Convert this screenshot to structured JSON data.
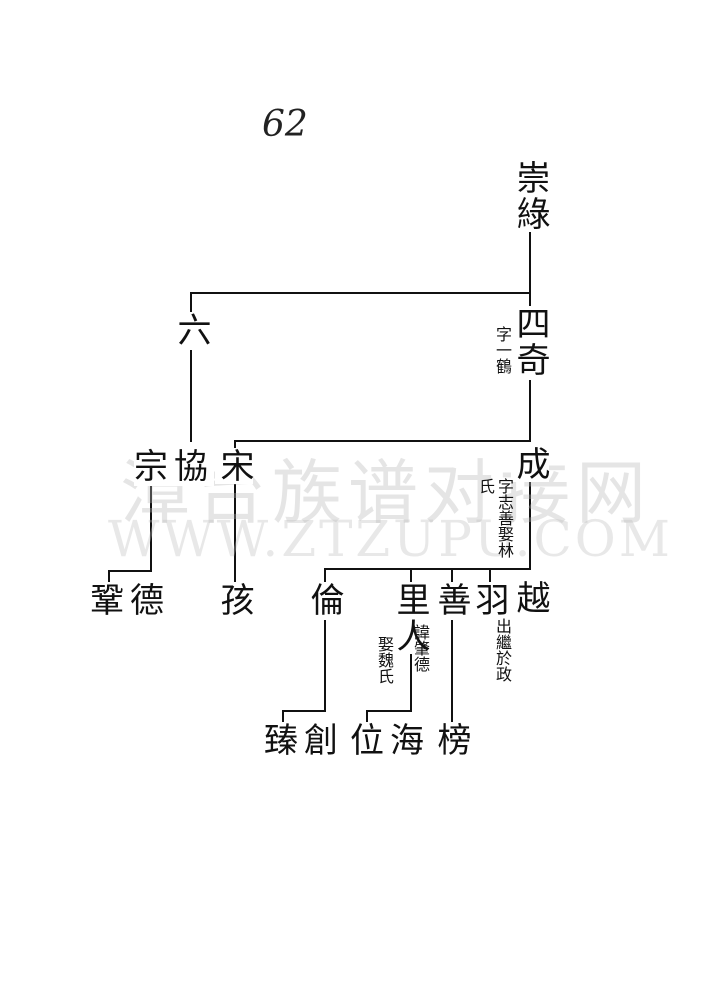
{
  "page_number": "62",
  "persons": {
    "chonglu": "崇綠",
    "liu": "六",
    "siqi": "四奇",
    "siqi_note": "字一鶴",
    "zong": "宗",
    "xie": "協",
    "song": "宋",
    "cheng": "成",
    "cheng_note_1": "字志善娶林",
    "cheng_note_2": "氏",
    "gong": "鞏",
    "de": "德",
    "hai_child": "孩",
    "lun": "倫",
    "liren": "里人",
    "liren_note_1": "諱肇德",
    "liren_note_2": "娶魏氏",
    "shan": "善",
    "yu": "羽",
    "yu_note": "出繼於政",
    "yue": "越",
    "zhen": "臻",
    "chuang": "創",
    "wei": "位",
    "hai": "海",
    "bang": "榜"
  },
  "watermark": {
    "line1": "漳台族谱对接网",
    "line2": "WWW.ZTZUPU.COM"
  }
}
